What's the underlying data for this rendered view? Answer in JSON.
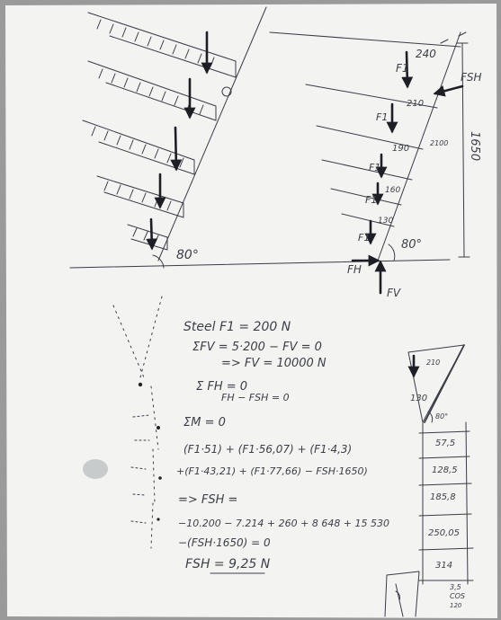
{
  "colors": {
    "paper": "#f3f3f1",
    "ink": "#3d3f48",
    "border": "#9a9a9a",
    "stain": "#c7cbcb"
  },
  "labels": {
    "angle_left": "80°",
    "f_label_1": "F1",
    "f_label_2": "F1",
    "f_label_3": "F1",
    "f_label_4": "F1",
    "f_label_5": "F1",
    "f_sh_top": "FSH",
    "f_h_bottom": "FH",
    "f_v_bottom": "FV",
    "dim_240": "240",
    "dim_210": "210",
    "dim_190": "190",
    "dim_160": "160",
    "dim_130": "130",
    "dim_1650": "1650",
    "dim_2100": "2100",
    "angle_right": "80°"
  },
  "equations": [
    "Steel  F1 = 200 N",
    "ΣFV =  5·200 − FV = 0",
    "=>  FV = 10000 N",
    "Σ FH = 0",
    "FH − FSH = 0",
    "ΣM = 0",
    "(F1·51) + (F1·56,07) + (F1·4,3)",
    "+(F1·43,21) + (F1·77,66) − FSH·1650)",
    "=> FSH =",
    "−10.200 − 7.214 + 260 + 8 648 + 15 530",
    "−(FSH·1650) = 0",
    "FSH = 9,25 N"
  ],
  "side": {
    "angle": "80°",
    "small_dim": "210",
    "left_dim": "130",
    "values": [
      "57,5",
      "128,5",
      "185,8",
      "250,05",
      "314"
    ],
    "corner": [
      "3,5",
      "COS",
      "120"
    ]
  }
}
